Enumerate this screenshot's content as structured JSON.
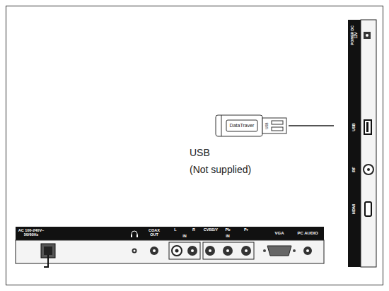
{
  "diagram": {
    "nodes": [
      {
        "text": [
          "DataTraver",
          "USB"
        ]
      }
    ],
    "labels": [
      "USB",
      "(Not supplied)",
      "AC 100-240V~ 50/60Hz",
      "COAX OUT",
      "L",
      "R",
      "IN",
      "CVBS/Y",
      "Pb",
      "Pr",
      "IN",
      "VGA",
      "PC AUDIO",
      "POWER DC 12V",
      "USB",
      "RF",
      "HDMI"
    ]
  }
}
